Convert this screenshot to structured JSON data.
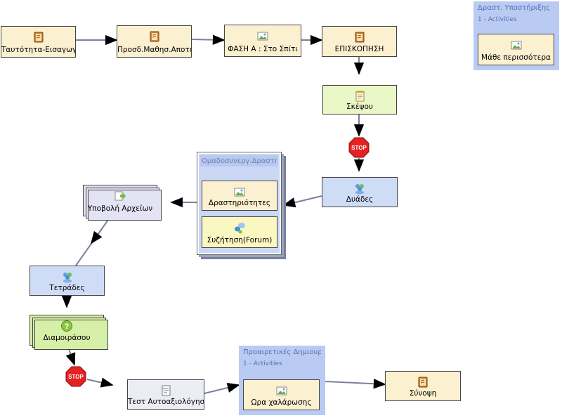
{
  "nodes": {
    "identity": "Ταυτότητα-Εισαγωγή",
    "prior": "Προσδ.Μαθησ.Αποτελ.",
    "phase_a": "ΦΑΣΗ Α : Στο Σπίτι",
    "review": "ΕΠΙΣΚΟΠΗΣΗ",
    "think": "Σκέψου",
    "pairs": "Δυάδες",
    "submit_files": "Υποβολή Αρχείων",
    "quads": "Τετράδες",
    "share": "Διαμοιράσου",
    "self_test": "Τεστ Αυτοαξιολόγησης",
    "relax": "Ωρα χαλάρωσης",
    "summary": "Σύνοψη",
    "learn_more": "Μάθε περισσότερα",
    "activities": "Δραστηριότητες",
    "forum": "Συζήτηση(Forum)"
  },
  "containers": {
    "support": {
      "title": "Δραστ. Υποστήριξης",
      "subtitle": "1 - Activities"
    },
    "optional": {
      "title": "Προαιρετικές Δημιουρ",
      "subtitle": "1 - Activities"
    },
    "group_collab": {
      "title": "Ομαδοσυνεργ.Δραστηρ."
    }
  },
  "stop_label": "STOP",
  "icons": {
    "tool": "notebook-icon",
    "image": "image-icon",
    "reflect": "notepad-icon",
    "group": "people-group-icon",
    "submit": "upload-arrow-icon",
    "share": "question-icon",
    "forum": "forum-bubbles-icon",
    "test": "test-sheet-icon",
    "stop": "stop-sign-icon"
  },
  "colors": {
    "edge": "#7a80a0",
    "arrow": "#000000",
    "stop_red": "#e32222"
  }
}
